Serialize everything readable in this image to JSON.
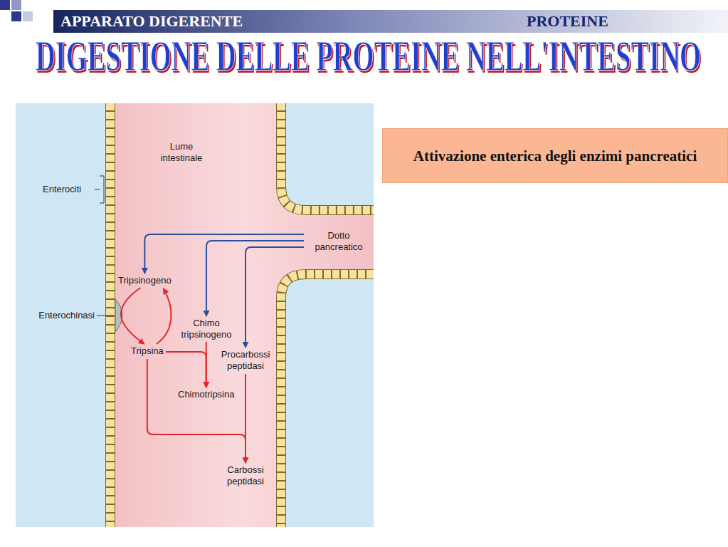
{
  "diagram": {
    "title": "DIGESTIONE DELLE PROTEINE NELL'INTESTINO",
    "nodes": [
      {
        "text": [
          "Attivazione enterica degli enzimi pancreatici"
        ]
      },
      {
        "text": [
          "Dotto pancreatico"
        ]
      },
      {
        "text": [
          "Tripsinogeno"
        ]
      },
      {
        "text": [
          "Chimo tripsinogeno"
        ]
      },
      {
        "text": [
          "Procarbossi peptidasi"
        ]
      },
      {
        "text": [
          "Tripsina"
        ]
      },
      {
        "text": [
          "Chimotripsina"
        ]
      },
      {
        "text": [
          "Carbossi peptidasi"
        ]
      }
    ],
    "edges": [
      {
        "from": 1,
        "to": 2,
        "arrow": "to"
      },
      {
        "from": 1,
        "to": 3,
        "arrow": "to"
      },
      {
        "from": 1,
        "to": 4,
        "arrow": "to"
      },
      {
        "from": 2,
        "to": 5,
        "arrow": "to"
      },
      {
        "from": 5,
        "to": 2,
        "arrow": "to"
      },
      {
        "from": 5,
        "to": 6,
        "arrow": "to"
      },
      {
        "from": 3,
        "to": 6,
        "arrow": "to"
      },
      {
        "from": 5,
        "to": 7,
        "arrow": "to"
      },
      {
        "from": 4,
        "to": 7,
        "arrow": "to"
      }
    ],
    "labels": [
      "APPARATO DIGERENTE",
      "PROTEINE",
      "Lume intestinale",
      "Enterociti",
      "Enterochinasi"
    ]
  }
}
